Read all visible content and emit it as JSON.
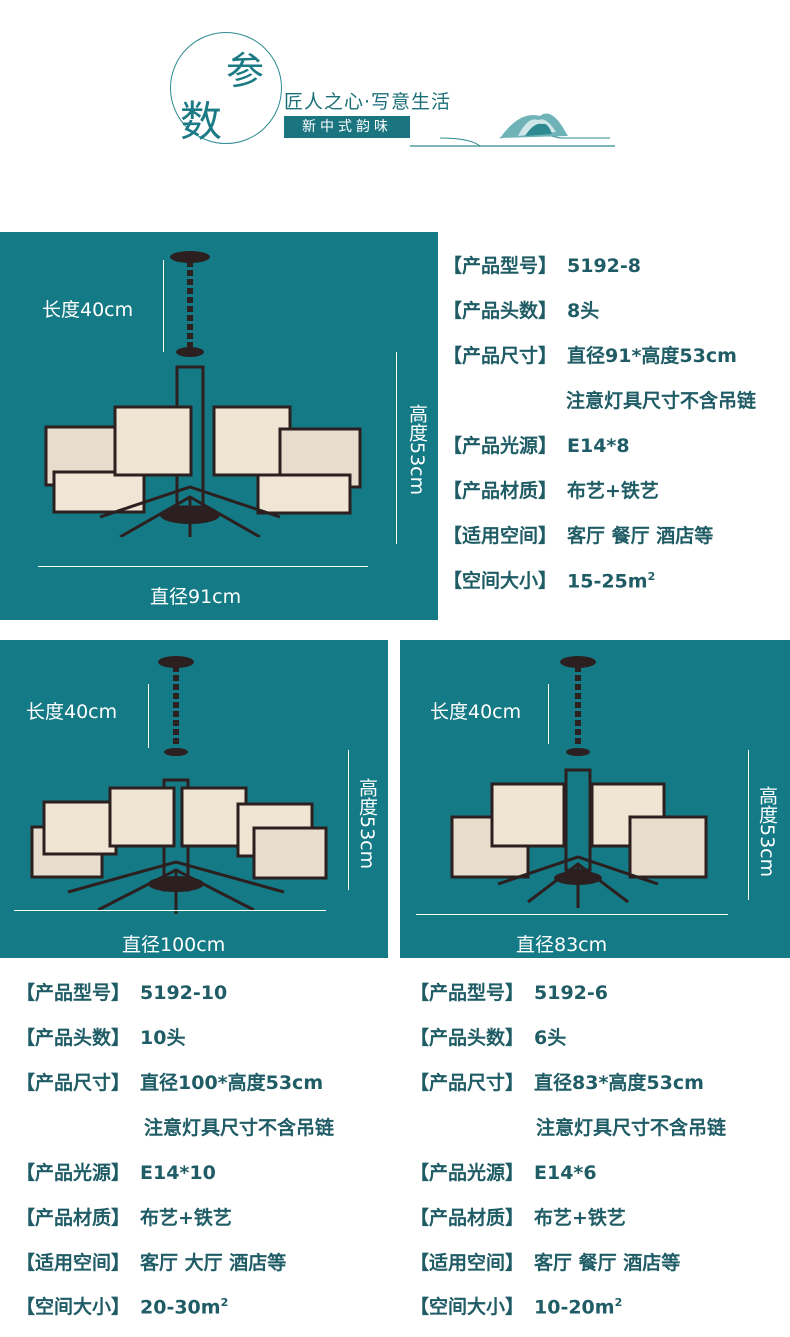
{
  "header": {
    "big_char_1": "参",
    "big_char_2": "数",
    "slogan": "匠人之心·写意生活",
    "tag": "新中式韵味"
  },
  "colors": {
    "panel_teal": "#147a86",
    "text_teal": "#1f5c65",
    "dim_white": "#ffffff"
  },
  "panels": [
    {
      "length_label": "长度40cm",
      "height_label": "高度53cm",
      "diameter_label": "直径91cm"
    },
    {
      "length_label": "长度40cm",
      "height_label": "高度53cm",
      "diameter_label": "直径100cm"
    },
    {
      "length_label": "长度40cm",
      "height_label": "高度53cm",
      "diameter_label": "直径83cm"
    }
  ],
  "specs": [
    {
      "model_label": "【产品型号】",
      "model": "5192-8",
      "heads_label": "【产品头数】",
      "heads": "8头",
      "size_label": "【产品尺寸】",
      "size": "直径91*高度53cm",
      "note": "注意灯具尺寸不含吊链",
      "light_label": "【产品光源】",
      "light": "E14*8",
      "material_label": "【产品材质】",
      "material": "布艺+铁艺",
      "space_label": "【适用空间】",
      "space": "客厅 餐厅 酒店等",
      "area_label": "【空间大小】",
      "area": "15-25m",
      "area_sup": "2"
    },
    {
      "model_label": "【产品型号】",
      "model": "5192-10",
      "heads_label": "【产品头数】",
      "heads": "10头",
      "size_label": "【产品尺寸】",
      "size": "直径100*高度53cm",
      "note": "注意灯具尺寸不含吊链",
      "light_label": "【产品光源】",
      "light": "E14*10",
      "material_label": "【产品材质】",
      "material": "布艺+铁艺",
      "space_label": "【适用空间】",
      "space": "客厅 大厅 酒店等",
      "area_label": "【空间大小】",
      "area": "20-30m",
      "area_sup": "2"
    },
    {
      "model_label": "【产品型号】",
      "model": "5192-6",
      "heads_label": "【产品头数】",
      "heads": "6头",
      "size_label": "【产品尺寸】",
      "size": "直径83*高度53cm",
      "note": "注意灯具尺寸不含吊链",
      "light_label": "【产品光源】",
      "light": "E14*6",
      "material_label": "【产品材质】",
      "material": "布艺+铁艺",
      "space_label": "【适用空间】",
      "space": "客厅 餐厅 酒店等",
      "area_label": "【空间大小】",
      "area": "10-20m",
      "area_sup": "2"
    }
  ]
}
